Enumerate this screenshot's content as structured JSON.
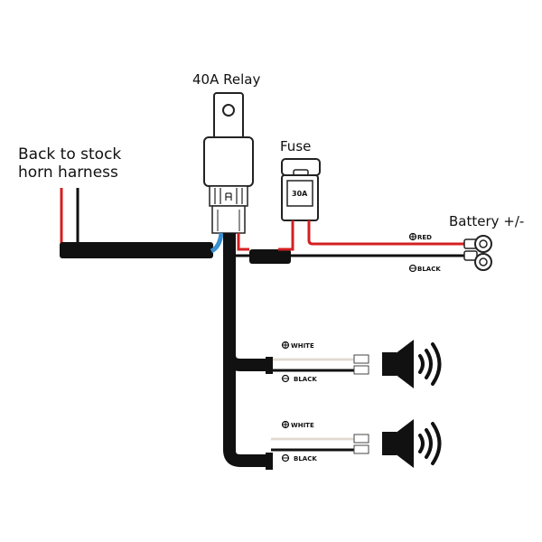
{
  "diagram": {
    "type": "wiring-diagram",
    "labels": {
      "relay": "40A Relay",
      "fuse": "Fuse",
      "fuse_rating": "30A",
      "horn_harness_line1": "Back to stock",
      "horn_harness_line2": "horn harness",
      "battery": "Battery +/-",
      "battery_red": "RED",
      "battery_black": "BLACK",
      "horn1_white": "WHITE",
      "horn1_black": "BLACK",
      "horn2_white": "WHITE",
      "horn2_black": "BLACK"
    },
    "symbols": {
      "positive": "⊕",
      "negative": "⊖"
    },
    "colors": {
      "red_wire": "#d42020",
      "black_wire": "#111111",
      "white_wire": "#e8e2d8",
      "blue_wire": "#3a8fd0",
      "outline": "#222222"
    },
    "components": [
      {
        "id": "relay",
        "name": "40A Relay"
      },
      {
        "id": "fuse",
        "name": "Fuse",
        "rating": "30A"
      },
      {
        "id": "battery-terminals",
        "name": "Battery +/-"
      },
      {
        "id": "horn-1",
        "name": "Horn"
      },
      {
        "id": "horn-2",
        "name": "Horn"
      }
    ]
  }
}
